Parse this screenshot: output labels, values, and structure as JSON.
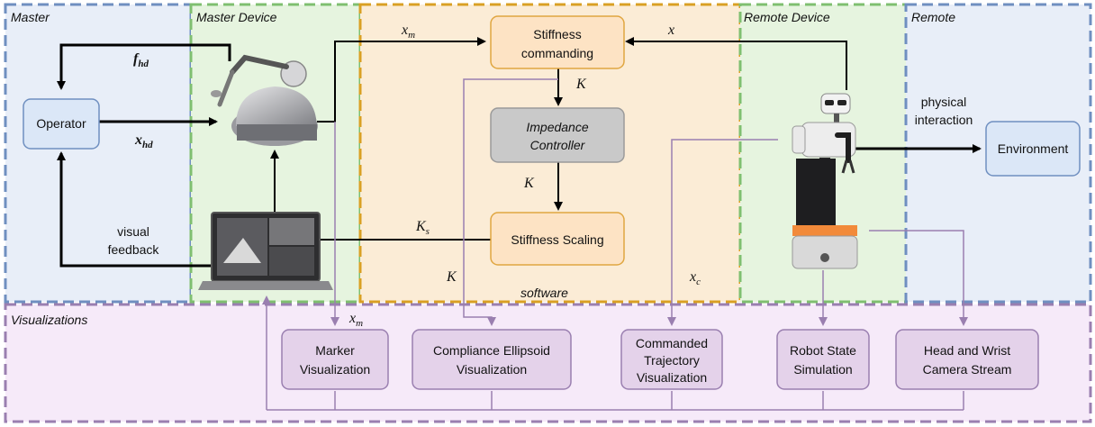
{
  "regions": {
    "master": "Master",
    "master_device": "Master Device",
    "remote_device": "Remote Device",
    "remote": "Remote",
    "software": "software",
    "visualizations": "Visualizations"
  },
  "nodes": {
    "operator": "Operator",
    "environment": "Environment",
    "stiffness_commanding_1": "Stiffness",
    "stiffness_commanding_2": "commanding",
    "impedance_1": "Impedance",
    "impedance_2": "Controller",
    "stiffness_scaling": "Stiffness Scaling"
  },
  "edge_labels": {
    "f_hd_main": "f",
    "f_hd_sub": "hd",
    "x_hd_main": "x",
    "x_hd_sub": "hd",
    "x_m_main": "x",
    "x_m_sub": "m",
    "x": "x",
    "K_1": "K",
    "K_2": "K",
    "K_s_main": "K",
    "K_s_sub": "s",
    "K_3": "K",
    "x_c_main": "x",
    "x_c_sub": "c",
    "x_m2_main": "x",
    "x_m2_sub": "m",
    "visual_1": "visual",
    "visual_2": "feedback",
    "physical_1": "physical",
    "physical_2": "interaction"
  },
  "visualizations": {
    "marker_1": "Marker",
    "marker_2": "Visualization",
    "compliance_1": "Compliance Ellipsoid",
    "compliance_2": "Visualization",
    "commanded_1": "Commanded",
    "commanded_2": "Trajectory",
    "commanded_3": "Visualization",
    "robot_1": "Robot State",
    "robot_2": "Simulation",
    "camera_1": "Head and Wrist",
    "camera_2": "Camera Stream"
  }
}
